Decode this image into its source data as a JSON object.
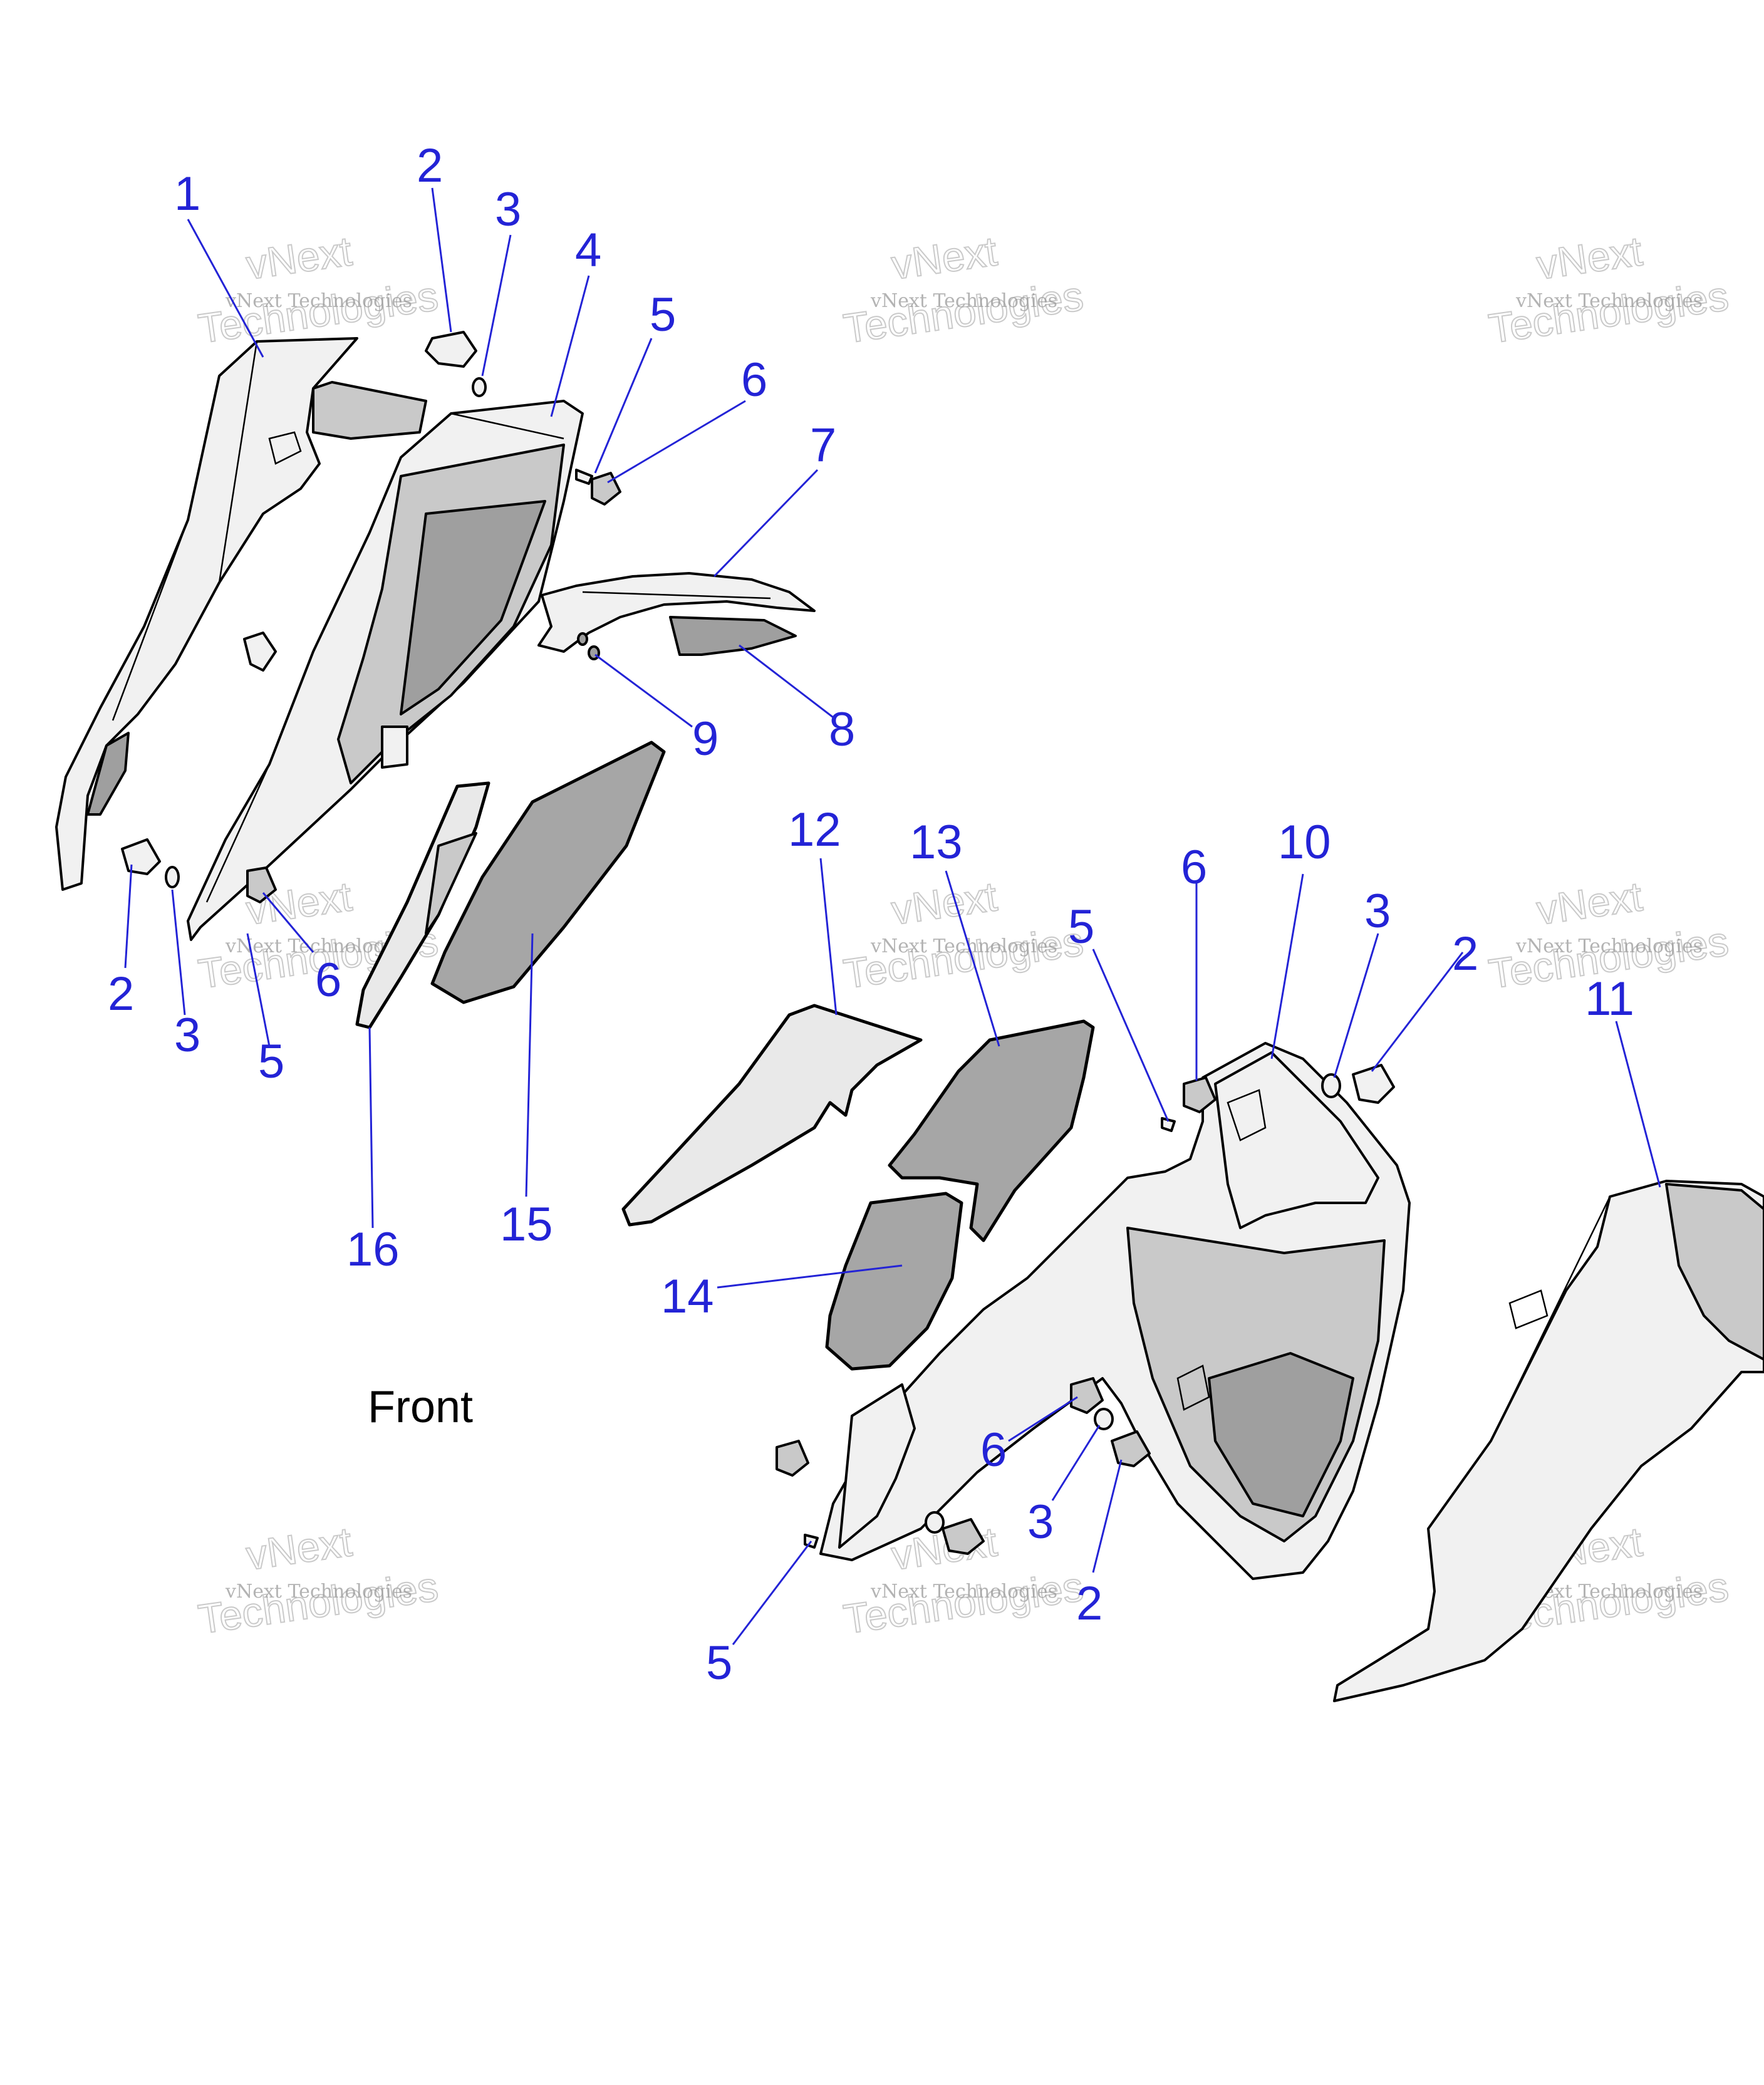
{
  "diagram": {
    "orientation_label": "Front",
    "watermark": {
      "small_text": "vNext Technologies",
      "large_line1": "vNext",
      "large_line2": "Technologies"
    },
    "callouts": [
      {
        "id": "c-1a",
        "label": "1"
      },
      {
        "id": "c-2a",
        "label": "2"
      },
      {
        "id": "c-3a",
        "label": "3"
      },
      {
        "id": "c-4",
        "label": "4"
      },
      {
        "id": "c-5a",
        "label": "5"
      },
      {
        "id": "c-6a",
        "label": "6"
      },
      {
        "id": "c-7",
        "label": "7"
      },
      {
        "id": "c-8",
        "label": "8"
      },
      {
        "id": "c-9",
        "label": "9"
      },
      {
        "id": "c-2b",
        "label": "2"
      },
      {
        "id": "c-3b",
        "label": "3"
      },
      {
        "id": "c-6b",
        "label": "6"
      },
      {
        "id": "c-5b",
        "label": "5"
      },
      {
        "id": "c-16",
        "label": "16"
      },
      {
        "id": "c-15",
        "label": "15"
      },
      {
        "id": "c-12",
        "label": "12"
      },
      {
        "id": "c-13",
        "label": "13"
      },
      {
        "id": "c-14",
        "label": "14"
      },
      {
        "id": "c-5c",
        "label": "5"
      },
      {
        "id": "c-6c",
        "label": "6"
      },
      {
        "id": "c-10",
        "label": "10"
      },
      {
        "id": "c-3c",
        "label": "3"
      },
      {
        "id": "c-2c",
        "label": "2"
      },
      {
        "id": "c-11",
        "label": "11"
      },
      {
        "id": "c-6d",
        "label": "6"
      },
      {
        "id": "c-3d",
        "label": "3"
      },
      {
        "id": "c-2d",
        "label": "2"
      },
      {
        "id": "c-5d",
        "label": "5"
      }
    ]
  }
}
